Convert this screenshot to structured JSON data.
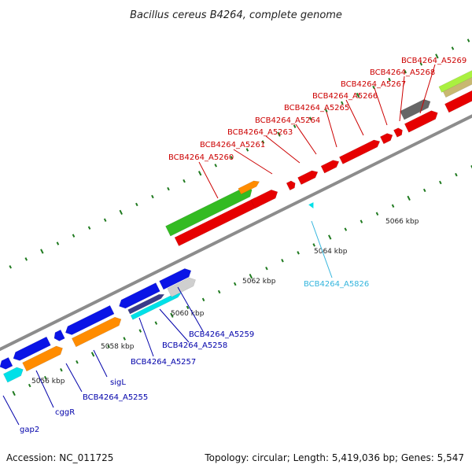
{
  "title": "Bacillus cereus B4264, complete genome",
  "footer": {
    "accession": "Accession: NC_011725",
    "summary": "Topology: circular; Length: 5,419,036 bp; Genes: 5,547"
  },
  "colors": {
    "backbone": "#8c8c8c",
    "tick": "#1f7a1f",
    "red_gene": "#e60000",
    "blue_gene": "#0a14e6",
    "green_gene": "#33bb22",
    "orange_gene": "#ff8c00",
    "cyan_gene": "#00e0e8",
    "gray_gene": "#666666",
    "lightgray_gene": "#cfcfcf",
    "navy_gene": "#3a3a8a",
    "lime_gene": "#aaf040",
    "tan_gene": "#c8b870",
    "label_red": "#cc0000",
    "label_blue": "#0000aa",
    "label_cyan": "#33b5dd"
  },
  "kbp_labels": [
    "5056 kbp",
    "5058 kbp",
    "5060 kbp",
    "5062 kbp",
    "5064 kbp",
    "5066 kbp"
  ],
  "gene_labels": {
    "top": [
      "BCB4264_A5260",
      "BCB4264_A5261",
      "BCB4264_A5263",
      "BCB4264_A5264",
      "BCB4264_A5265",
      "BCB4264_A5266",
      "BCB4264_A5267",
      "BCB4264_A5268",
      "BCB4264_A5269"
    ],
    "bottom": [
      "gap2",
      "cggR",
      "BCB4264_A5255",
      "sigL",
      "BCB4264_A5257",
      "BCB4264_A5258",
      "BCB4264_A5259"
    ],
    "cyan": "BCB4264_A5826"
  }
}
